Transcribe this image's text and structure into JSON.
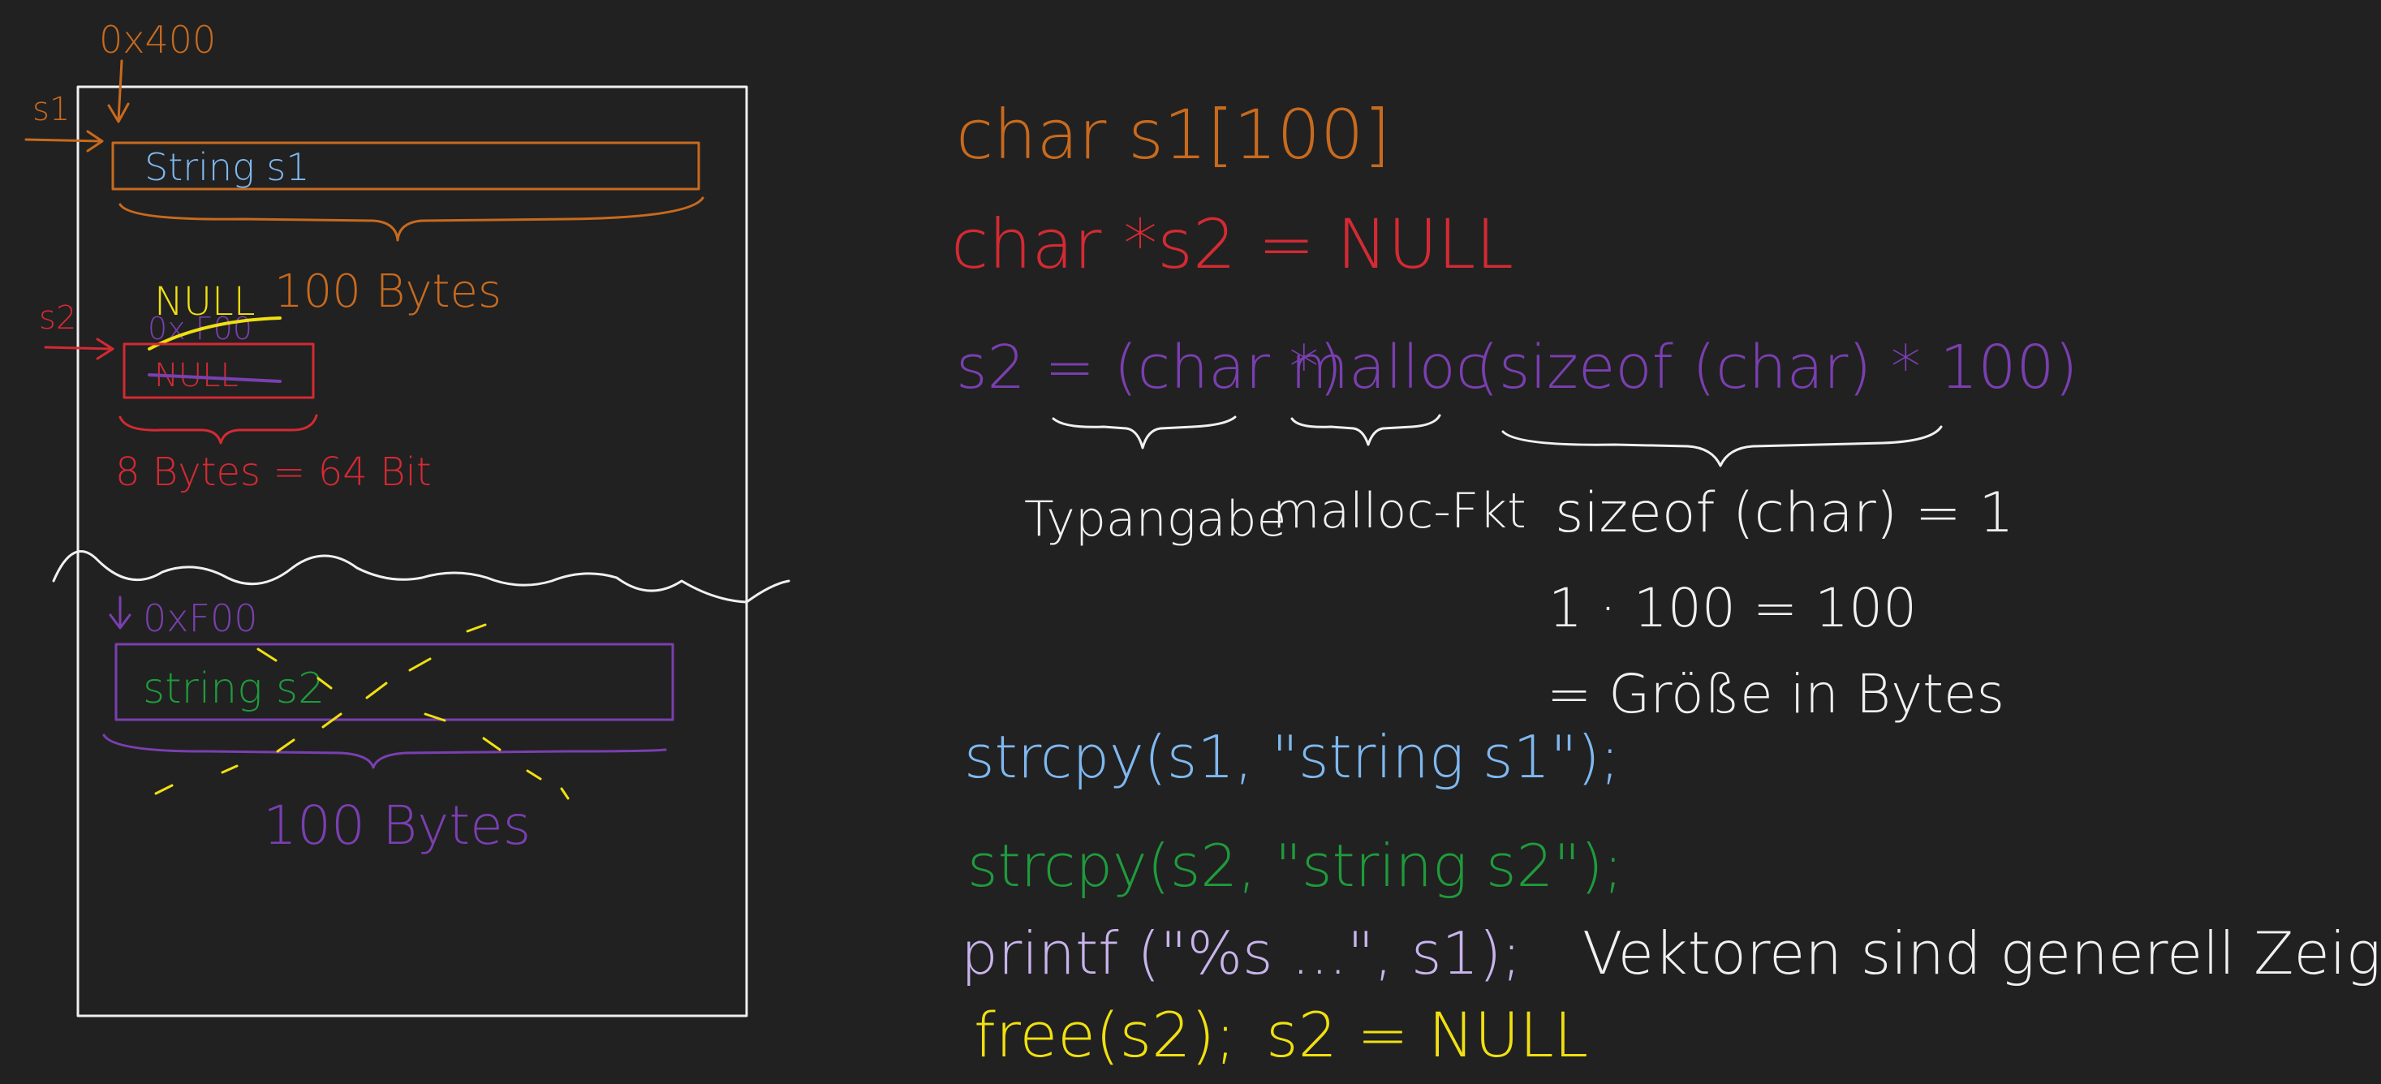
{
  "colors": {
    "background": "#212121",
    "white": "#f0f0f0",
    "orange": "#c86a1e",
    "red": "#d42a33",
    "blue": "#7fb8f0",
    "purple": "#7a3fb0",
    "green": "#1f9a3c",
    "yellow": "#f0e010",
    "lavender": "#c8b4ec"
  },
  "memory": {
    "address_top": "0x400",
    "s1_pointer": "s1",
    "s1_box": "String s1",
    "s1_size": "100 Bytes",
    "s2_pointer": "s2",
    "s2_new_value": "NULL",
    "s2_crossed_address": "0x F00",
    "s2_crossed_value": "NULL",
    "s2_size": "8 Bytes = 64 Bit",
    "address_heap": "0xF00",
    "s2_box": "string s2",
    "s2_heap_size": "100 Bytes"
  },
  "code": {
    "line1": "char s1[100]",
    "line2": "char *s2 = NULL",
    "line3_cast": "s2 = (char *)",
    "line3_malloc": "malloc",
    "line3_sizeof": "(sizeof (char) * 100)",
    "label_cast": "Typangabe",
    "label_malloc": "malloc-Fkt",
    "sizeof_char": "sizeof (char) = 1",
    "multiply": "1 · 100 = 100",
    "size_note": "= Größe in Bytes",
    "strcpy1": "strcpy(s1, \"string s1\");",
    "strcpy2": "strcpy(s2, \"string s2\");",
    "printf": "printf (\"%s ...\", s1);",
    "vektoren": "Vektoren sind generell Zeiger",
    "free": "free(s2);",
    "reset": "s2 = NULL"
  }
}
